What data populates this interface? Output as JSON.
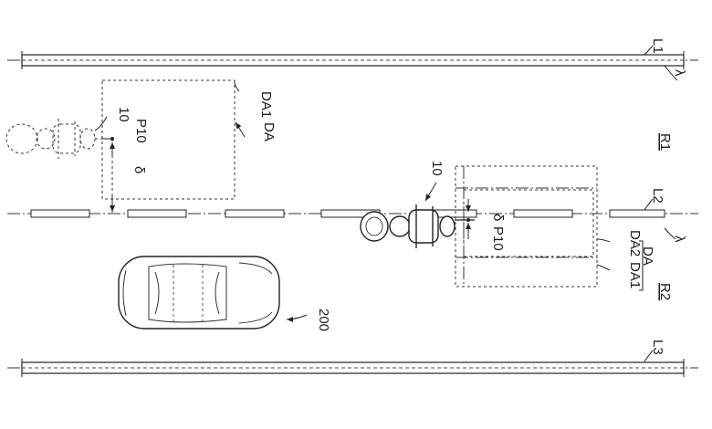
{
  "figure": {
    "lines": {
      "L1": "L1",
      "L2": "L2",
      "L3": "L3"
    },
    "lambda": "λ",
    "regions": {
      "R1": "R1",
      "R2": "R2"
    },
    "upper_vehicle": {
      "ref": "10",
      "point": "P10",
      "offset": "δ",
      "area": "DA",
      "area_outer": "DA1"
    },
    "lower_vehicle": {
      "ref": "10",
      "point": "P10",
      "offset": "δ",
      "area": "DA",
      "area_inner": "DA2",
      "area_outer": "DA1"
    },
    "car": {
      "ref": "200"
    }
  }
}
